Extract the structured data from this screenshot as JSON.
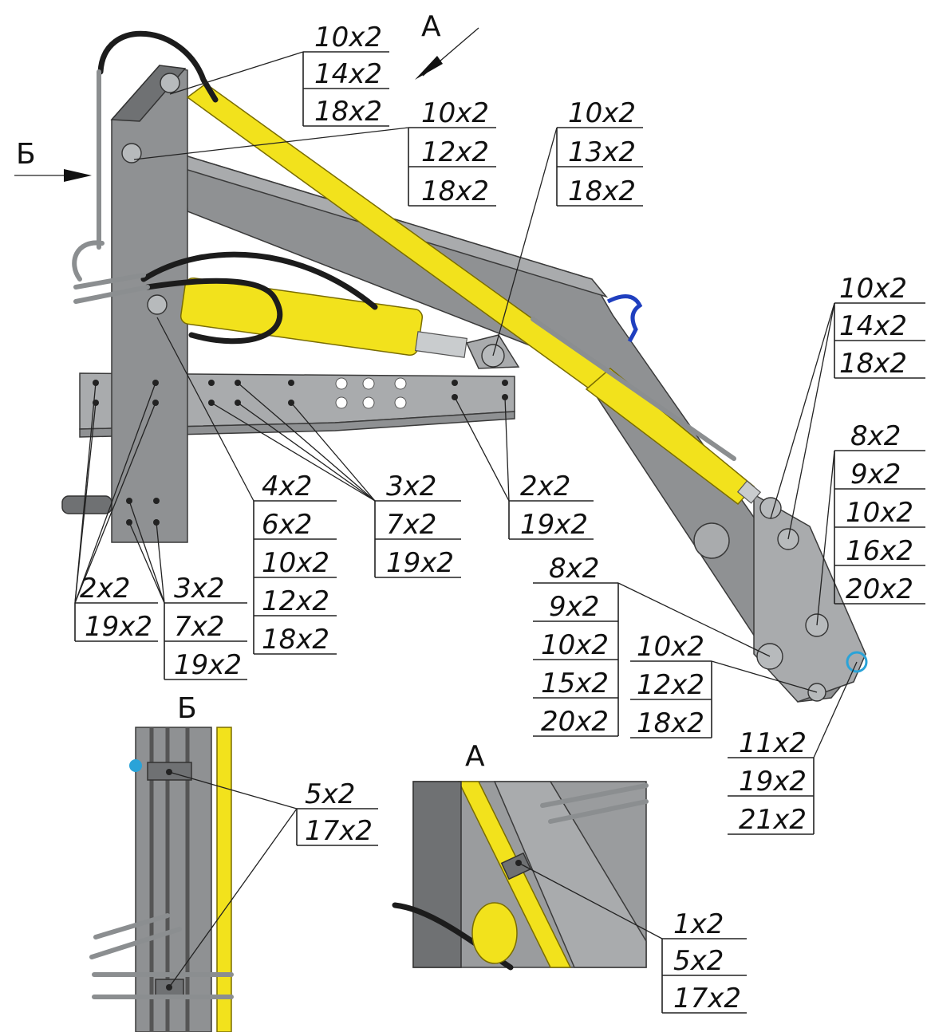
{
  "view_labels": {
    "a_top": "А",
    "b_side": "Б",
    "b_detail": "Б",
    "a_detail": "А"
  },
  "callouts": {
    "top_cylinder_head": [
      "10x2",
      "14x2",
      "18x2"
    ],
    "mast_upper_pin": [
      "10x2",
      "12x2",
      "18x2"
    ],
    "boom_pivot": [
      "10x2",
      "13x2",
      "18x2"
    ],
    "elbow_upper": [
      "10x2",
      "14x2",
      "18x2"
    ],
    "elbow_right": [
      "8x2",
      "9x2",
      "10x2",
      "16x2",
      "20x2"
    ],
    "cylinder_lower_mount": [
      "4x2",
      "6x2",
      "10x2",
      "12x2",
      "18x2"
    ],
    "beam_center_bolts": [
      "3x2",
      "7x2",
      "19x2"
    ],
    "beam_right_bolts": [
      "2x2",
      "19x2"
    ],
    "beam_left_bolts": [
      "2x2",
      "19x2"
    ],
    "mast_base_bolts": [
      "3x2",
      "7x2",
      "19x2"
    ],
    "tip_lower_left": [
      "8x2",
      "9x2",
      "10x2",
      "15x2",
      "20x2"
    ],
    "tip_lower_mid": [
      "10x2",
      "12x2",
      "18x2"
    ],
    "tip_bushing": [
      "11x2",
      "19x2",
      "21x2"
    ],
    "detail_b_clamp": [
      "5x2",
      "17x2"
    ],
    "detail_a_clamp": [
      "1x2",
      "5x2",
      "17x2"
    ]
  },
  "colors": {
    "frame": "#8f9193",
    "cylinder": "#f2e21c",
    "hose": "#1c1c1c",
    "bracket": "#1f3fbf",
    "bushing": "#2aa3d8"
  }
}
